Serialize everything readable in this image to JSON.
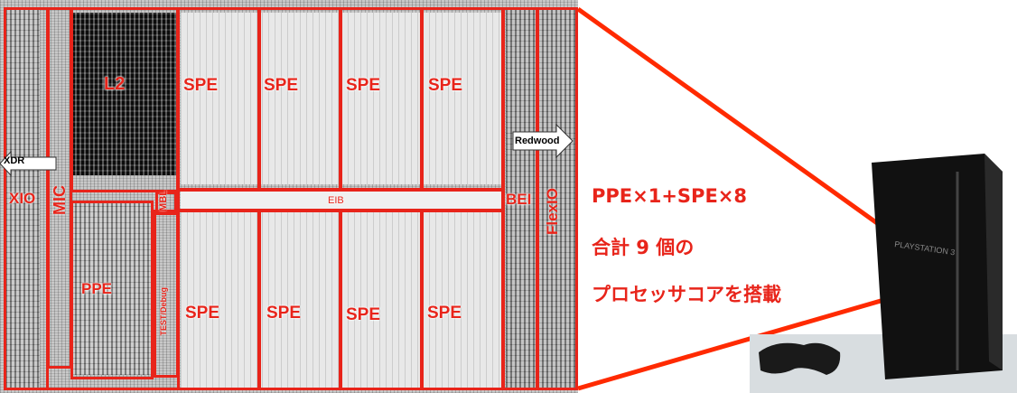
{
  "die": {
    "blocks": {
      "l2": "L2",
      "spe_top": [
        "SPE",
        "SPE",
        "SPE",
        "SPE"
      ],
      "spe_bottom": [
        "SPE",
        "SPE",
        "SPE",
        "SPE"
      ],
      "ppe": "PPE",
      "mic": "MIC",
      "xio": "XIO",
      "mbl": "MBL",
      "eib": "EIB",
      "bei": "BEI",
      "flexio": "FlexIO",
      "test": "TEST/Debug"
    },
    "arrows": {
      "left": "XDR",
      "right": "Redwood"
    }
  },
  "caption": {
    "line1": "PPE×1+SPE×8",
    "line2": "合計 9 個の",
    "line3": "プロセッサコアを搭載"
  },
  "console": {
    "logo_text": "PLAYSTATION 3"
  },
  "colors": {
    "accent": "#e8241a",
    "console_body": "#111111"
  }
}
